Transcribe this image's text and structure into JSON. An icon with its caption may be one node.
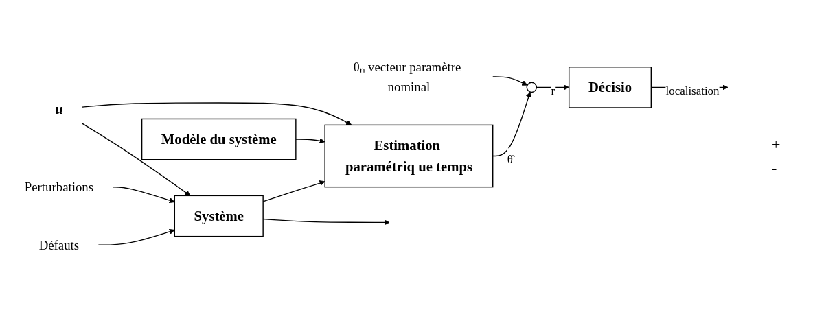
{
  "diagram": {
    "nodes": [
      {
        "text": [
          "Défauts"
        ]
      },
      {
        "text": [
          "Perturbations"
        ]
      },
      {
        "text": [
          "u"
        ]
      },
      {
        "text": [
          "Système"
        ]
      },
      {
        "text": [
          "θₙ vecteur paramètre nominal"
        ]
      },
      {
        "text": [
          "Modèle du système"
        ]
      },
      {
        "text": [
          "Estimation paramétriq ue temps"
        ]
      },
      {
        "text": [],
        "shape": "circle"
      },
      {
        "text": [
          "Décisio"
        ]
      }
    ],
    "edges": [
      {
        "from": 0,
        "to": 3,
        "arrow": "to"
      },
      {
        "from": 1,
        "to": 3,
        "arrow": "to"
      },
      {
        "from": 2,
        "to": 3,
        "arrow": "to"
      },
      {
        "from": 2,
        "to": 6,
        "arrow": "to"
      },
      {
        "from": 3,
        "to": null,
        "arrow": "to"
      },
      {
        "from": 3,
        "to": 6,
        "arrow": "to"
      },
      {
        "from": 5,
        "to": 6,
        "arrow": "to"
      },
      {
        "from": 6,
        "to": 7,
        "label": "θ̂",
        "arrow": "to"
      },
      {
        "from": 4,
        "to": 7,
        "arrow": "to"
      },
      {
        "from": 7,
        "to": 8,
        "label": "r",
        "arrow": "to"
      },
      {
        "from": 8,
        "to": null,
        "label": "localisation",
        "arrow": "to"
      }
    ],
    "labels": [
      "+",
      "-"
    ]
  }
}
